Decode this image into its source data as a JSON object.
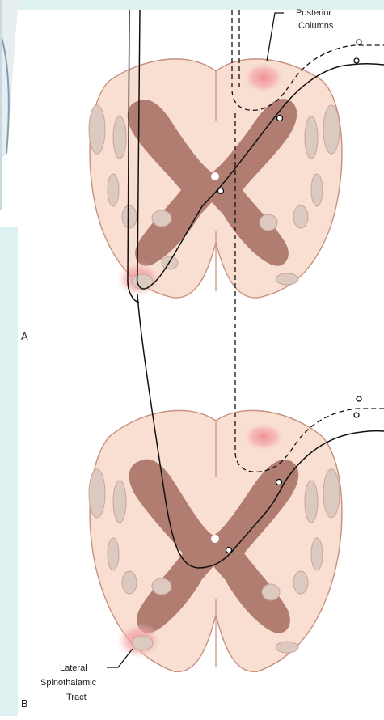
{
  "labels": {
    "posterior_columns_line1": "Posterior",
    "posterior_columns_line2": "Columns",
    "lateral_tract_line1": "Lateral",
    "lateral_tract_line2": "Spinothalamic",
    "lateral_tract_line3": "Tract",
    "panel_a": "A",
    "panel_b": "B"
  },
  "colors": {
    "white_matter": "#f9dfd2",
    "gray_matter": "#b07d70",
    "outline": "#c8907f",
    "tract_bundle": "#dcc9c0",
    "highlight": "#f3a0a3",
    "slide_background": "#dff2f2",
    "pathway": "#111111"
  }
}
